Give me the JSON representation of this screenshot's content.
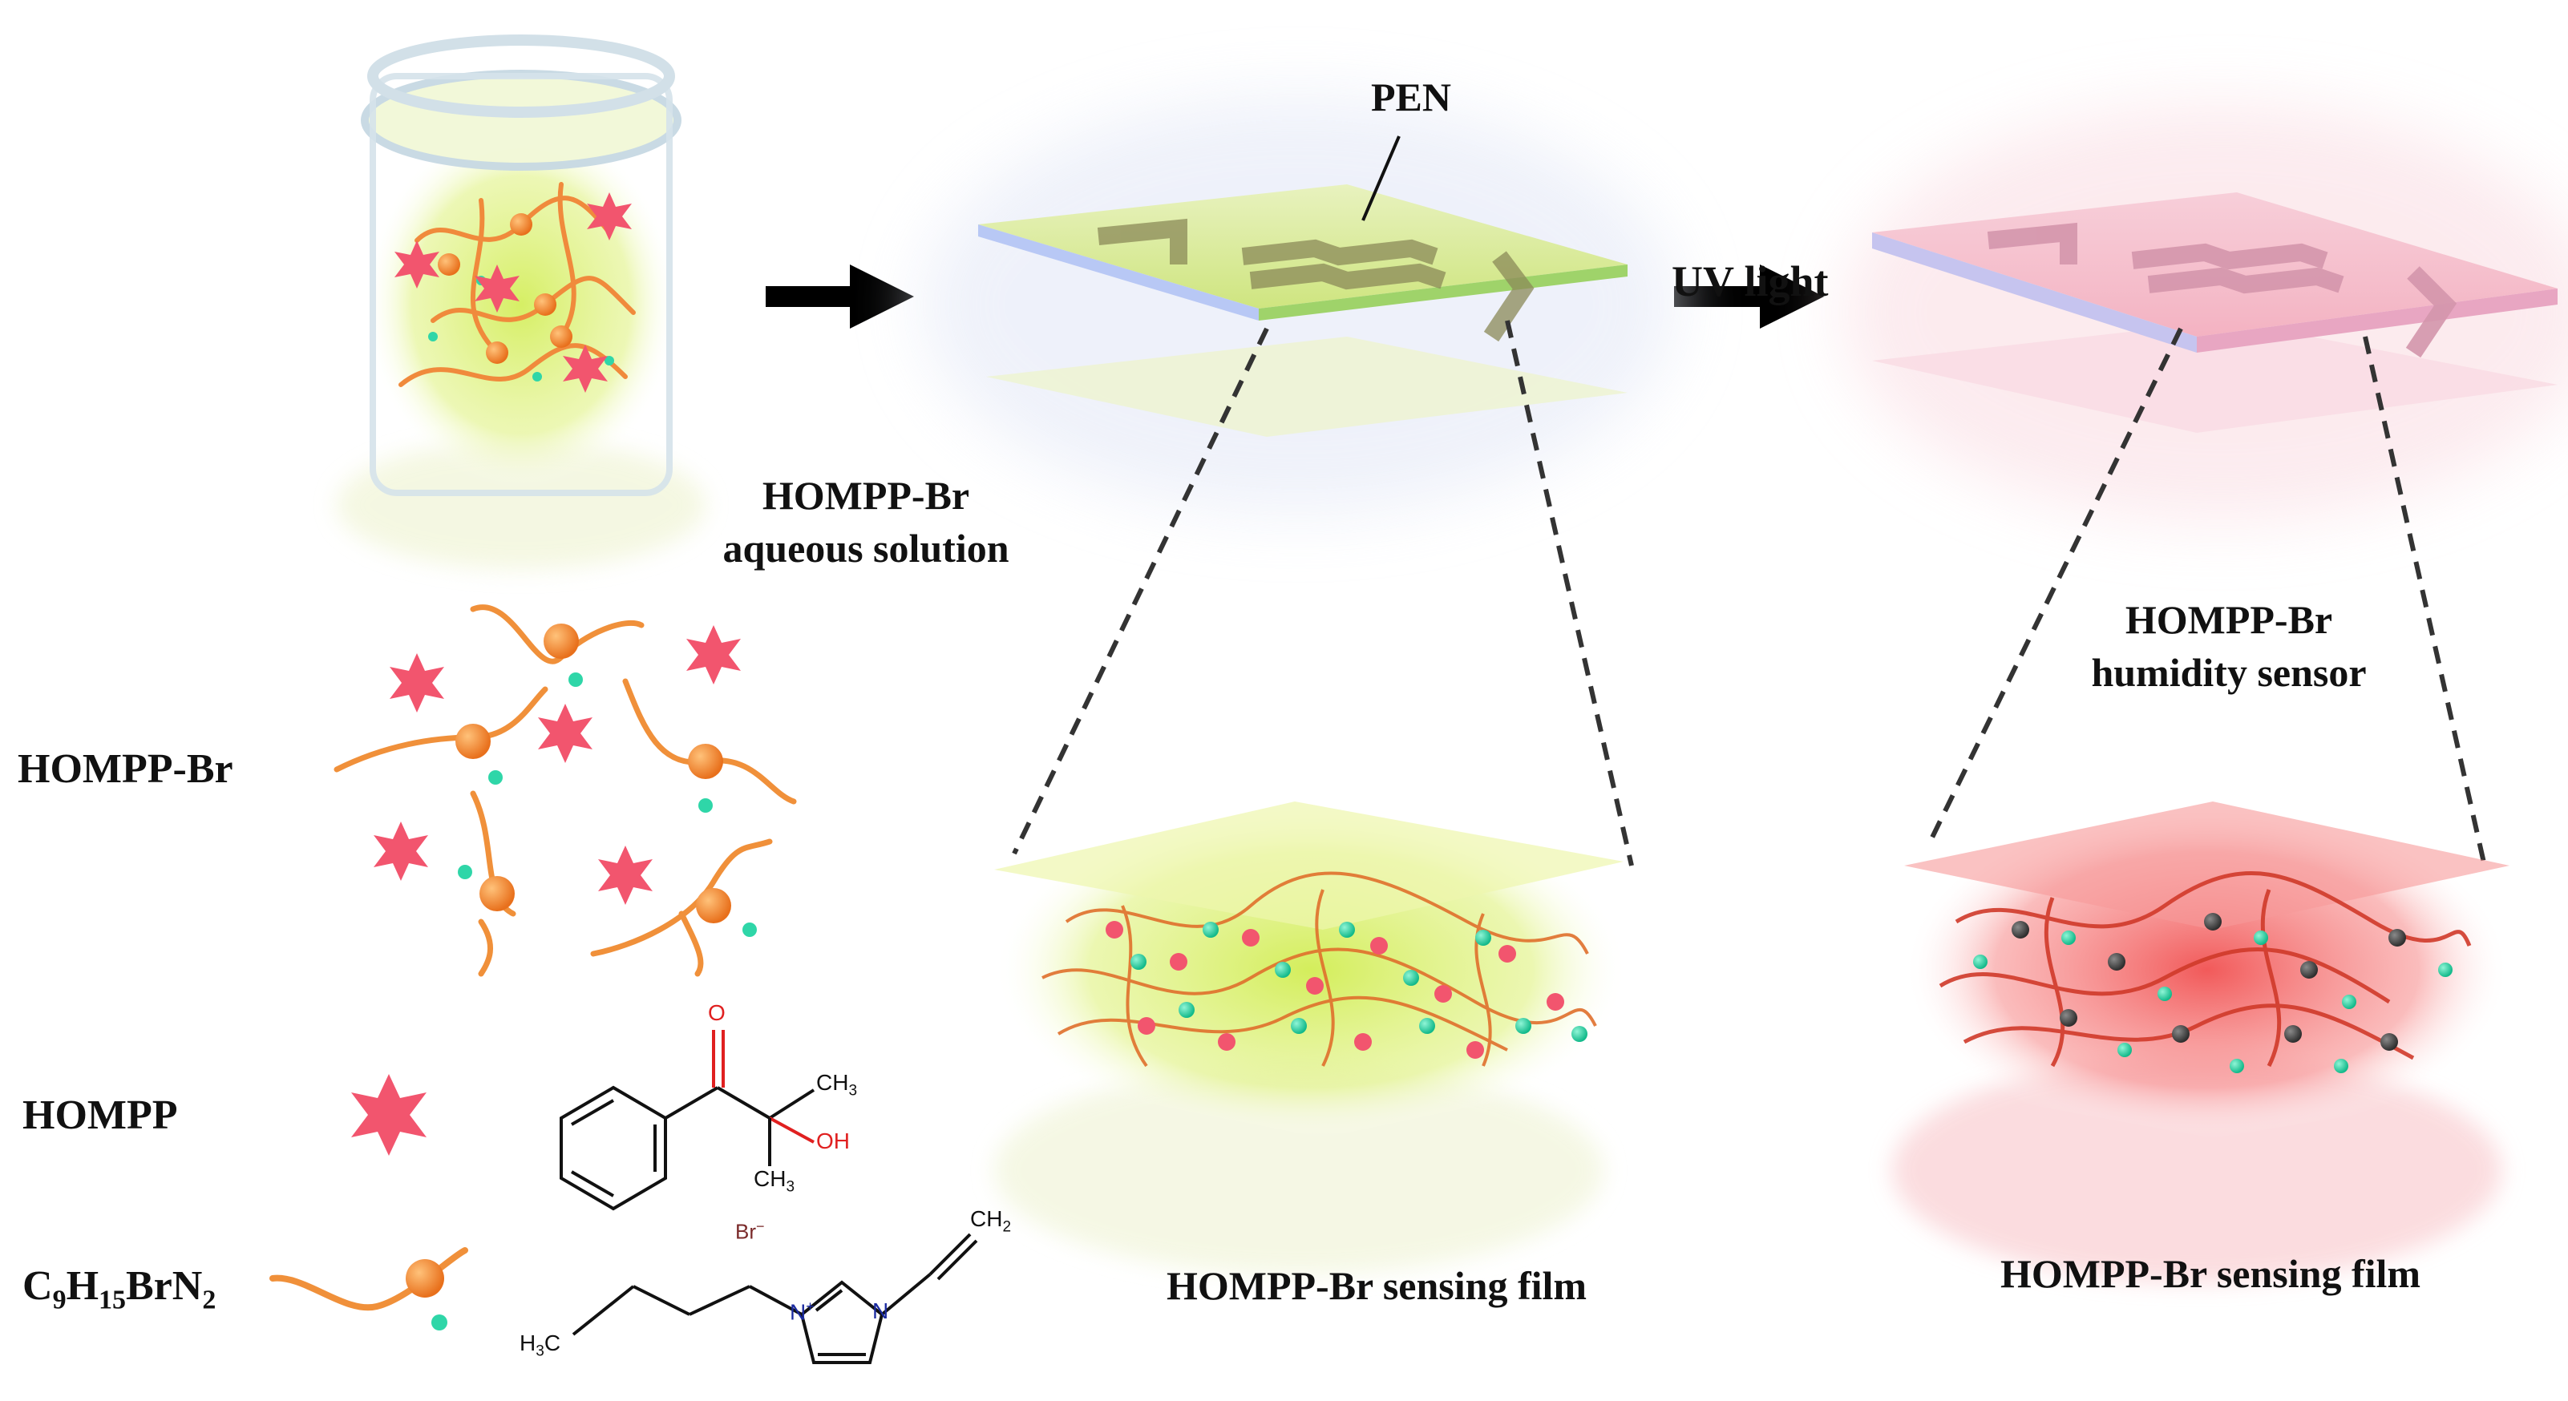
{
  "labels": {
    "pen": "PEN",
    "uv_light": "UV light",
    "solution_line1": "HOMPP-Br",
    "solution_line2": "aqueous solution",
    "sensor_line1": "HOMPP-Br",
    "sensor_line2": "humidity sensor",
    "film_before": "HOMPP-Br sensing film",
    "film_after": "HOMPP-Br sensing film",
    "legend_hompp_br": "HOMPP-Br",
    "legend_hompp": "HOMPP",
    "formula_main": "C",
    "formula_sub1": "9",
    "formula_mid": "H",
    "formula_sub2": "15",
    "formula_end": "BrN",
    "formula_sub3": "2"
  },
  "chem": {
    "o": "O",
    "ch3_top": "CH",
    "ch3_top_sub": "3",
    "oh": "OH",
    "ch3_bottom": "CH",
    "ch3_bottom_sub": "3",
    "br_minus": "Br",
    "br_charge": "−",
    "ch2": "CH",
    "ch2_sub": "2",
    "h3c": "H",
    "h3c_sub": "3",
    "h3c_c": "C",
    "n_plus": "N",
    "n_plus_charge": "+",
    "n": "N"
  },
  "colors": {
    "green_solution": "#d8f05a",
    "red_film": "#f06060",
    "polymer": "#f0903a",
    "hompp_star": "#f2556e",
    "bromide_dot": "#2fd6a8",
    "arrow": "#000000",
    "dashed_line": "#333333"
  }
}
